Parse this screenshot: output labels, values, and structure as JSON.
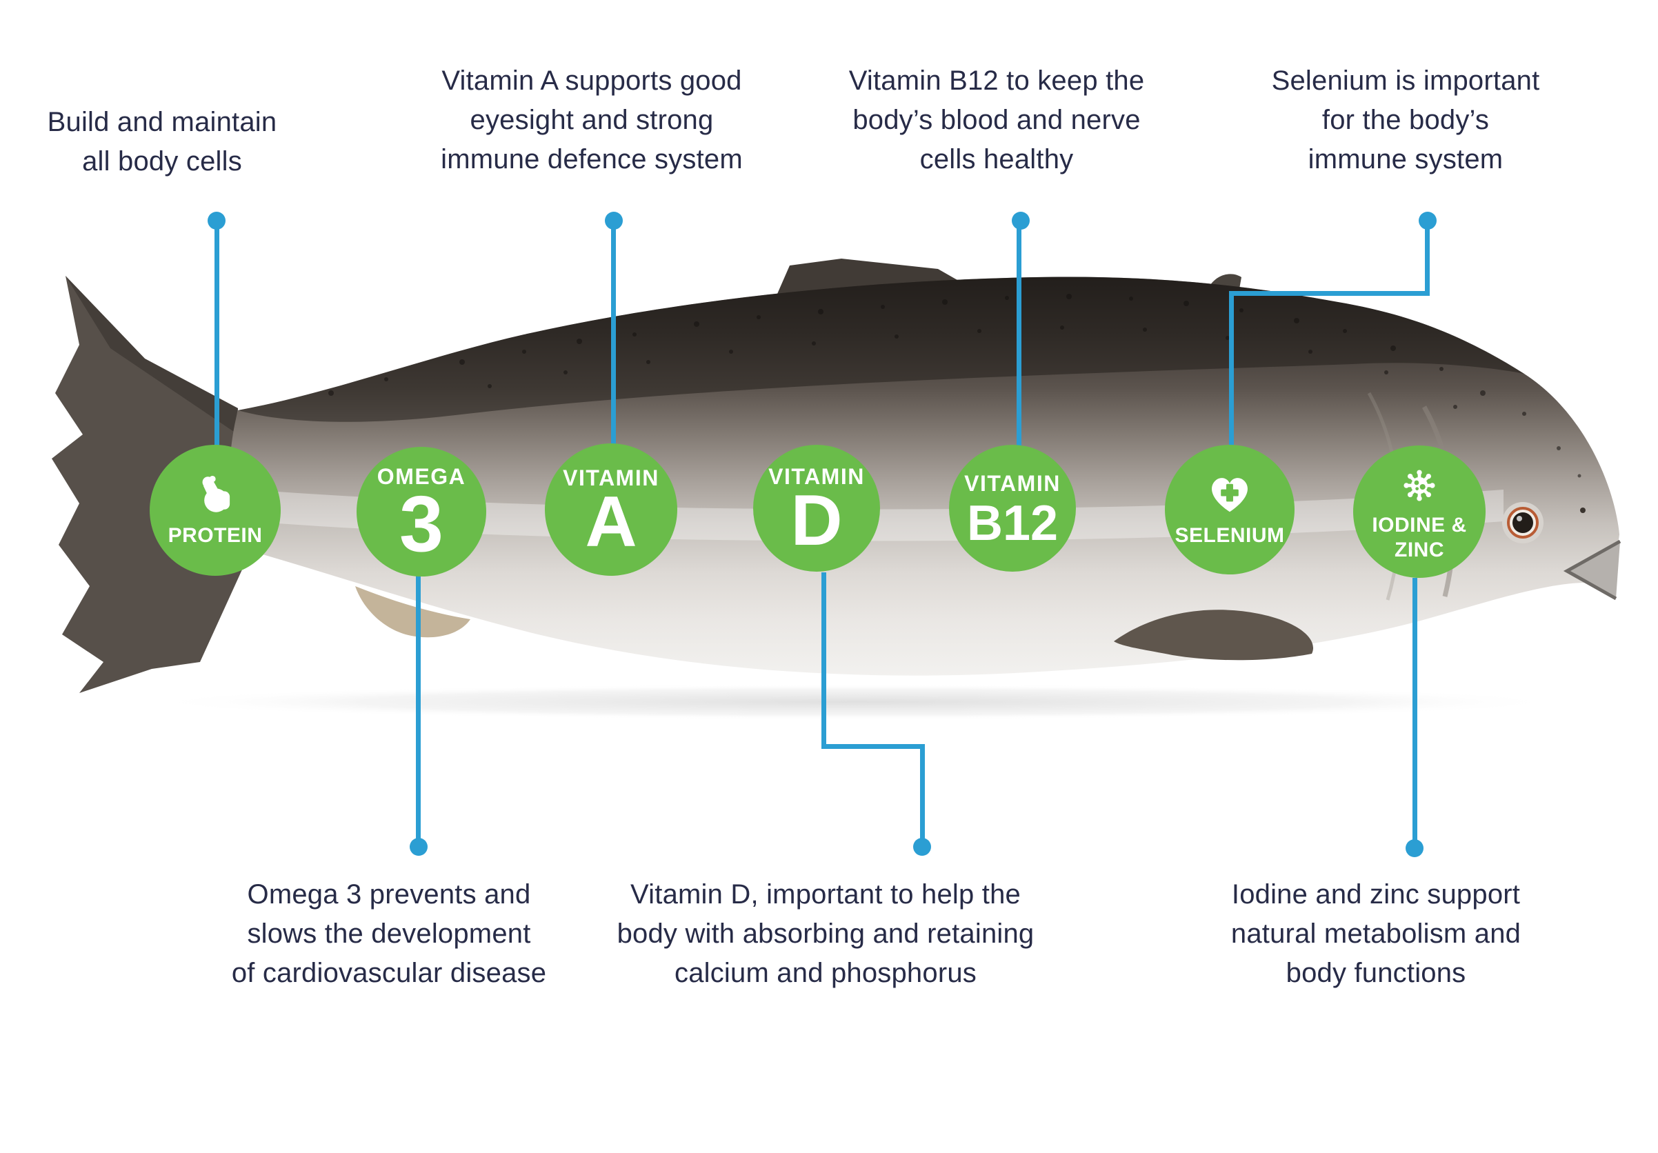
{
  "colors": {
    "green": "#6abc4a",
    "blue": "#2b9ed3",
    "navy": "#272b47",
    "background": "#ffffff"
  },
  "callouts": {
    "top": [
      {
        "id": "protein",
        "text": "Build and maintain\nall body cells"
      },
      {
        "id": "vitamin-a",
        "text": "Vitamin A supports good\neyesight and strong\nimmune defence system"
      },
      {
        "id": "vitamin-b12",
        "text": "Vitamin B12 to keep the\nbody’s blood and nerve\ncells healthy"
      },
      {
        "id": "selenium",
        "text": "Selenium is important\nfor the body’s\nimmune system"
      }
    ],
    "bottom": [
      {
        "id": "omega-3",
        "text": "Omega 3 prevents and\nslows the development\nof cardiovascular disease"
      },
      {
        "id": "vitamin-d",
        "text": "Vitamin D, important to help the\nbody with absorbing and retaining\ncalcium and phosphorus"
      },
      {
        "id": "iodine-zinc",
        "text": "Iodine and zinc support\nnatural metabolism and\nbody functions"
      }
    ]
  },
  "badges": {
    "protein": {
      "label": "PROTEIN",
      "icon": "muscle-arm-icon"
    },
    "omega3": {
      "small": "OMEGA",
      "big": "3"
    },
    "vitaminA": {
      "small": "VITAMIN",
      "big": "A"
    },
    "vitaminD": {
      "small": "VITAMIN",
      "big": "D"
    },
    "vitaminB12": {
      "small": "VITAMIN",
      "big": "B12"
    },
    "selenium": {
      "label": "SELENIUM",
      "icon": "heart-cross-icon"
    },
    "iodineZinc": {
      "label_line1": "IODINE &",
      "label_line2": "ZINC",
      "icon": "microbe-icon"
    }
  }
}
